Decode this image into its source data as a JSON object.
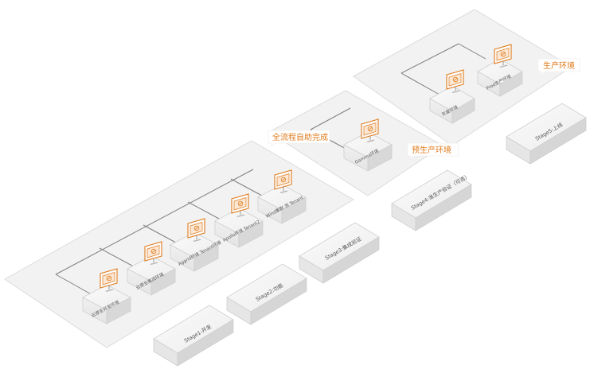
{
  "callouts": {
    "full_process": "全流程自助完成",
    "pre_prod": "预生产环境",
    "prod": "生产环境"
  },
  "stages": {
    "stage1": "Stage1:开发",
    "stage2": "Stage2:功能",
    "stage3": "Stage3:集成验证",
    "stage4": "Stage4:准生产验证（可选）",
    "stage5": "Stage5:上线"
  },
  "environments": {
    "dev_env": "云原生开发环境",
    "cloud_env": "云原生集成环境",
    "env3": "Aggrid环境 Tenant环境",
    "env4": "Apollo环境 Tenant2",
    "env5": "Wind集群 测 Tenant",
    "gamma": "Gamma环境",
    "grey": "灰度环境",
    "prod": "Prod生产环境"
  },
  "colors": {
    "accent": "#e07b1c",
    "platform_fill": "#f1f1f1",
    "box_top": "#f6f6f6",
    "box_side": "#d6d6d6",
    "line": "#7a7a7a"
  }
}
